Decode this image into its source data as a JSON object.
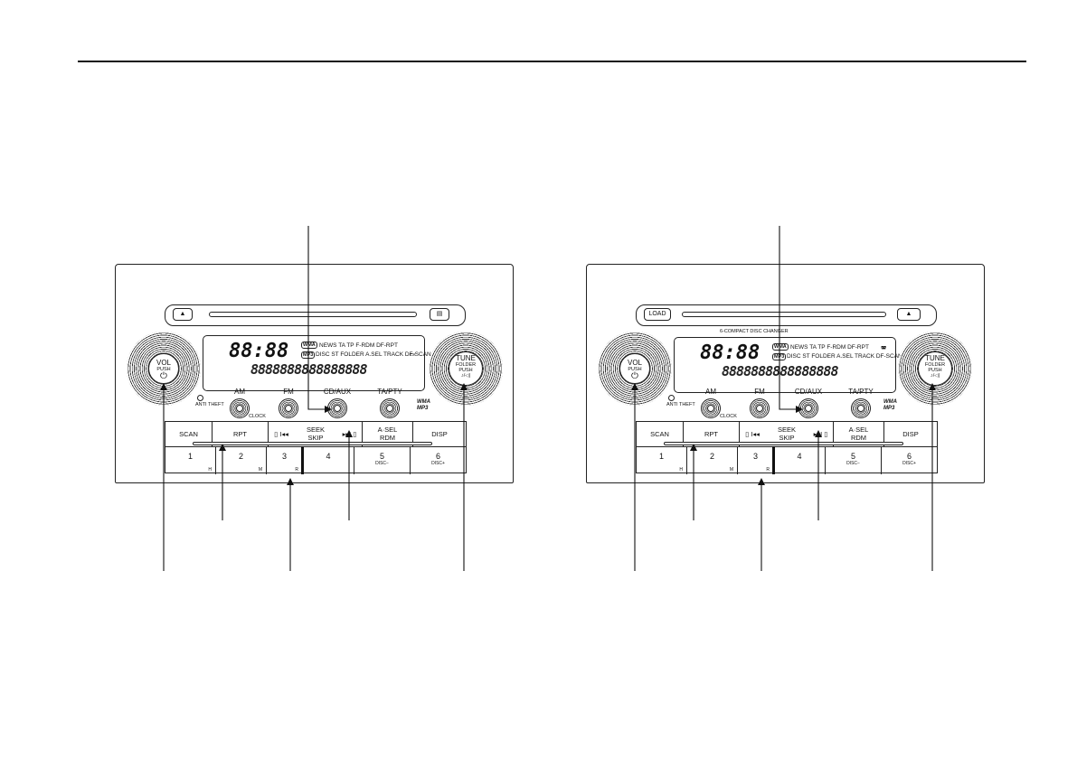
{
  "units": {
    "left": {
      "display": {
        "clock": "88:88",
        "codec": "WMA",
        "mp3_chip": "MP3",
        "indicators_top": "NEWS TA TP F-RDM DF-RPT",
        "indicators_bottom": "DISC ST FOLDER A.SEL TRACK DF-SCAN",
        "segments": "8888888888888888",
        "corner_icon": "▭"
      },
      "vol_knob": {
        "label": "VOL",
        "sub": "PUSH",
        "icon": "⏻"
      },
      "tune_knob": {
        "label": "TUNE",
        "label2": "FOLDER",
        "sub": "PUSH",
        "icon": "♪/◁|"
      },
      "anti_theft": "ANTI  THEFT",
      "knobs": [
        "AM",
        "FM",
        "CD/AUX",
        "TA/PTY"
      ],
      "clock_label": "CLOCK",
      "badge": [
        "WMA",
        "MP3"
      ],
      "row1": [
        "SCAN",
        "RPT",
        "▯ I◂◂",
        "SEEK SKIP",
        "▸▸I ▯",
        "A·SEL RDM",
        "DISP"
      ],
      "row2": [
        "1",
        "2",
        "3",
        "4",
        "5",
        "6"
      ],
      "row2_sub": [
        "H",
        "M",
        "R",
        "",
        "DISC−",
        "DISC+"
      ],
      "slot_left": "▲",
      "slot_right": "▤"
    },
    "right": {
      "display": {
        "clock": "88:88",
        "codec": "WMA",
        "mp3_chip": "MP3",
        "indicators_top": "NEWS TA TP F-RDM DF-RPT",
        "indicators_bottom": "DISC ST FOLDER A.SEL TRACK DF-SCAN",
        "segments": "8888888888888888",
        "corner_icon": "◚"
      },
      "changer_label": "6-COMPACT  DISC  CHANGER",
      "vol_knob": {
        "label": "VOL",
        "sub": "PUSH",
        "icon": "⏻"
      },
      "tune_knob": {
        "label": "TUNE",
        "label2": "FOLDER",
        "sub": "PUSH",
        "icon": "♪/◁|"
      },
      "anti_theft": "ANTI  THEFT",
      "knobs": [
        "AM",
        "FM",
        "CD/AUX",
        "TA/PTY"
      ],
      "clock_label": "CLOCK",
      "badge": [
        "WMA",
        "MP3"
      ],
      "row1": [
        "SCAN",
        "RPT",
        "▯ I◂◂",
        "SEEK SKIP",
        "▸▸I ▯",
        "A·SEL RDM",
        "DISP"
      ],
      "row2": [
        "1",
        "2",
        "3",
        "4",
        "5",
        "6"
      ],
      "row2_sub": [
        "H",
        "M",
        "R",
        "",
        "DISC−",
        "DISC+"
      ],
      "slot_left": "LOAD",
      "slot_right": "▲"
    }
  }
}
